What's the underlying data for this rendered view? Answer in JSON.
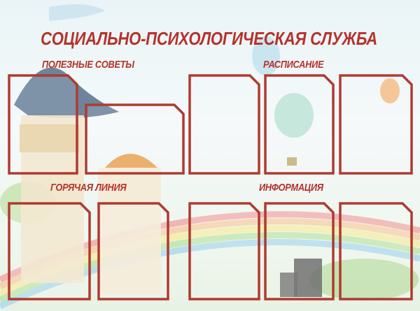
{
  "title": "СОЦИАЛЬНО-ПСИХОЛОГИЧЕСКАЯ СЛУЖБА",
  "sections": [
    {
      "label": "ПОЛЕЗНЫЕ СОВЕТЫ",
      "pockets": 2
    },
    {
      "label": "РАСПИСАНИЕ",
      "pockets": 3
    },
    {
      "label": "ГОРЯЧАЯ ЛИНИЯ",
      "pockets": 2
    },
    {
      "label": "ИНФОРМАЦИЯ",
      "pockets": 3
    }
  ],
  "colors": {
    "accent": "#b5322b",
    "sky": "#eaf4f6"
  }
}
